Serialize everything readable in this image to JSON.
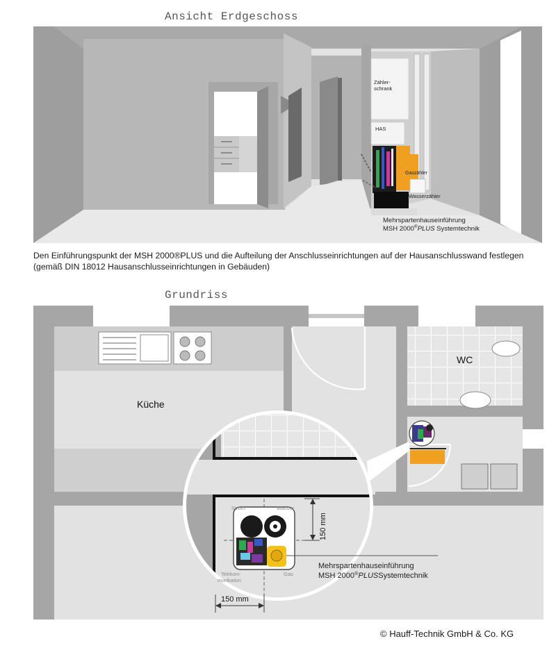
{
  "titles": {
    "elevation": "Ansicht Erdgeschoss",
    "floorplan": "Grundriss"
  },
  "elevation_labels": {
    "meter_cabinet_line1": "Zähler-",
    "meter_cabinet_line2": "schrank",
    "has": "HAS",
    "gas_meter_partial": "Gaszähler",
    "water_meter": "Wasserzähler",
    "product_line1": "Mehrspartenhauseinführung",
    "product_line2_prefix": "MSH 2000",
    "product_line2_sup": "®",
    "product_line2_italic": "PLUS",
    "product_line2_suffix": " Systemtechnik"
  },
  "caption": {
    "line1": "Den Einführungspunkt der MSH 2000®PLUS und die Aufteilung der Anschlusseinrichtungen auf der Hausanschlusswand festlegen",
    "line2": "(gemäß DIN 18012 Hausanschlusseinrichtungen in Gebäuden)"
  },
  "floorplan_labels": {
    "kitchen": "Küche",
    "wc": "WC",
    "strom": "Strom",
    "wasser": "Wasser",
    "telekom_line1": "Telekom-",
    "telekom_line2": "munikation",
    "gas": "Gas",
    "dim_vertical": "150 mm",
    "dim_horizontal": "150 mm",
    "product_line1": "Mehrspartenhauseinführung",
    "product_line2_prefix": "MSH 2000",
    "product_line2_sup": "®",
    "product_line2_italic": "PLUS",
    "product_line2_suffix": "Systemtechnik"
  },
  "colors": {
    "wall_dark": "#9a9a9a",
    "wall_mid": "#b8b8b8",
    "floor_light": "#e2e2e2",
    "ceiling": "#a8a8a8",
    "accent_orange": "#f0a020",
    "gas_yellow": "#f2c21a",
    "product_dark": "#1a1a1a"
  },
  "copyright": "© Hauff-Technik GmbH & Co. KG"
}
